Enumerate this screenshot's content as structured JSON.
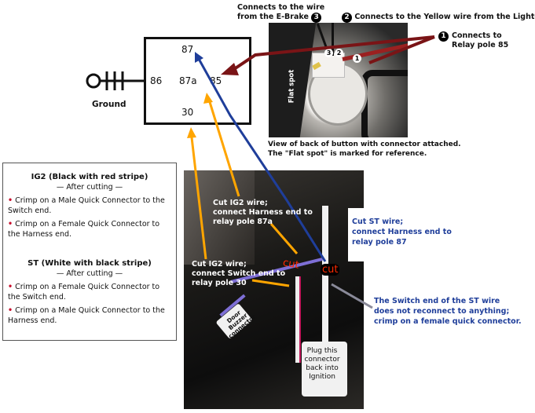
{
  "callouts": {
    "ebrake_line1": "Connects to the wire",
    "ebrake_line2": "from the E-Brake",
    "ebrake_num": "3",
    "lighter_num": "2",
    "lighter": "Connects to the Yellow wire from the Lighter",
    "pole85_num": "1",
    "pole85_line1": "Connects to",
    "pole85_line2": "Relay pole 85"
  },
  "button_photo": {
    "pins": [
      "3",
      "2",
      "1"
    ],
    "flat_spot": "Flat spot",
    "caption_line1": "View of back of button with connector attached.",
    "caption_line2": "The \"Flat spot\" is marked for reference."
  },
  "relay": {
    "poles": {
      "p87": "87",
      "p86": "86",
      "p87a": "87a",
      "p85": "85",
      "p30": "30"
    },
    "ground": "Ground"
  },
  "instructions": {
    "ig2": {
      "title": "IG2 (Black with red stripe)",
      "subtitle": "— After cutting —",
      "bullets": [
        "Crimp on a Male Quick Connector to the Switch end.",
        "Crimp on a Female Quick Connector to the Harness end."
      ]
    },
    "st": {
      "title": "ST (White with black stripe)",
      "subtitle": "— After cutting —",
      "bullets": [
        "Crimp on a Female Quick Connector to the Switch end.",
        "Crimp on a Male Quick Connector to the Harness end."
      ]
    }
  },
  "ignition_photo": {
    "ig2_harness": [
      "Cut IG2 wire;",
      "connect Harness end to",
      "relay pole 87a"
    ],
    "ig2_switch": [
      "Cut IG2 wire;",
      "connect Switch end to",
      "relay pole 30"
    ],
    "cut1": "cut",
    "cut2": "cut",
    "door_buzzer": [
      "Door",
      "Buzzer",
      "connector"
    ],
    "plug": [
      "Plug this",
      "connector",
      "back into",
      "Ignition"
    ]
  },
  "st_harness": [
    "Cut ST wire;",
    "connect Harness end to",
    "relay pole 87"
  ],
  "st_switch": [
    "The Switch end of the ST wire",
    "does not reconnect to anything;",
    "crimp on a female quick connector."
  ],
  "colors": {
    "red_arrow": "#7a1416",
    "blue_wire": "#1f3e9a",
    "orange_wire": "#ffa500",
    "gray_pointer": "#8a8a99",
    "cut_text": "#ff2a00"
  }
}
